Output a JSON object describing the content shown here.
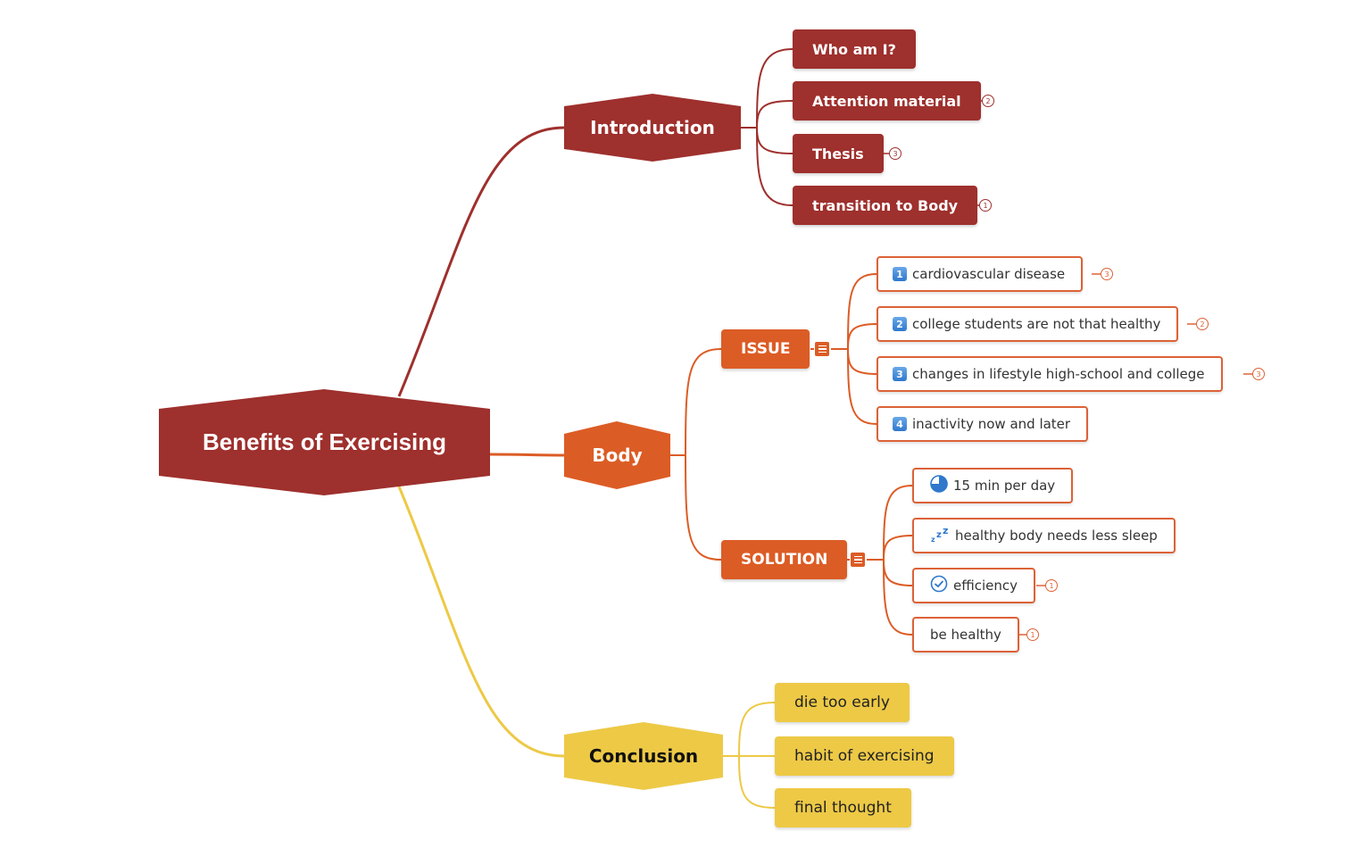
{
  "colors": {
    "intro": "#9e302d",
    "body": "#dc5c25",
    "conclusion": "#edc946",
    "leaf_border": "#dc6237"
  },
  "root": {
    "label": "Benefits of Exercising"
  },
  "introduction": {
    "label": "Introduction",
    "children": [
      {
        "label": "Who am I?",
        "count": ""
      },
      {
        "label": "Attention material",
        "count": "2"
      },
      {
        "label": "Thesis",
        "count": "3"
      },
      {
        "label": "transition to Body",
        "count": "1"
      }
    ]
  },
  "body": {
    "label": "Body",
    "issue": {
      "label": "ISSUE",
      "children": [
        {
          "marker": "1",
          "label": "cardiovascular disease",
          "count": "3"
        },
        {
          "marker": "2",
          "label": "college students are not that healthy",
          "count": "2"
        },
        {
          "marker": "3",
          "label": "changes in lifestyle high-school and college",
          "count": "3"
        },
        {
          "marker": "4",
          "label": "inactivity now and later",
          "count": ""
        }
      ]
    },
    "solution": {
      "label": "SOLUTION",
      "children": [
        {
          "icon": "pie-chart-icon",
          "label": "15 min per day",
          "count": ""
        },
        {
          "icon": "sleep-zzz-icon",
          "label": "healthy body needs less sleep",
          "count": ""
        },
        {
          "icon": "check-circle-icon",
          "label": "efficiency",
          "count": "1"
        },
        {
          "icon": "",
          "label": "be healthy",
          "count": "1"
        }
      ]
    }
  },
  "conclusion": {
    "label": "Conclusion",
    "children": [
      {
        "label": "die too early"
      },
      {
        "label": "habit of exercising"
      },
      {
        "label": "final thought"
      }
    ]
  }
}
